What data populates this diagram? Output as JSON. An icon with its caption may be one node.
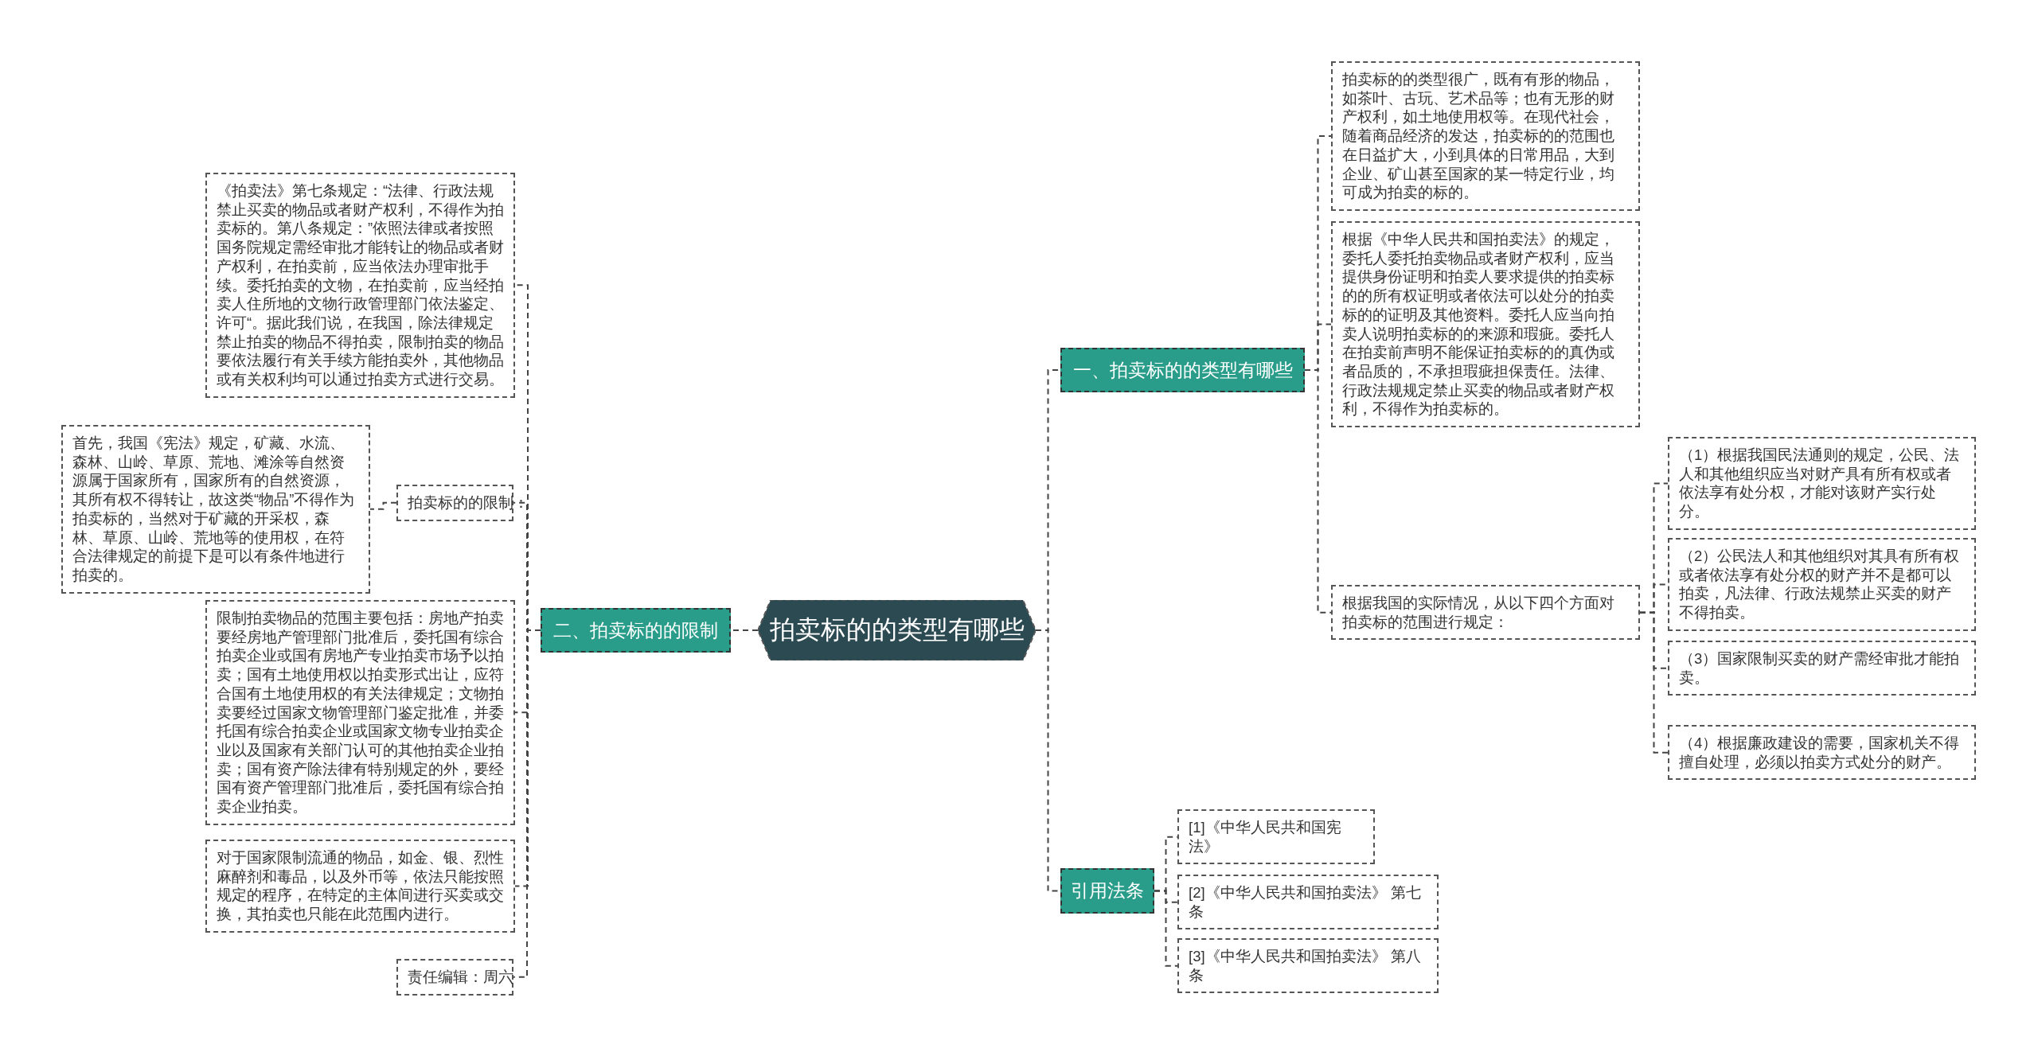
{
  "diagram": {
    "nodes": [
      {
        "text": [
          "拍卖标的的类型有哪些"
        ]
      },
      {
        "text": [
          "一、拍卖标的的类型有哪些"
        ]
      },
      {
        "text": [
          "拍卖标的的类型很广，既有有形的物品，如茶叶、古玩、艺术品等；也有无形的财产权利，如土地使用权等。在现代社会，随着商品经济的发达，拍卖标的的范围也在日益扩大，小到具体的日常用品，大到企业、矿山甚至国家的某一特定行业，均可成为拍卖的标的。"
        ]
      },
      {
        "text": [
          "根据《中华人民共和国拍卖法》的规定，委托人委托拍卖物品或者财产权利，应当提供身份证明和拍卖人要求提供的拍卖标的的所有权证明或者依法可以处分的拍卖标的的证明及其他资料。委托人应当向拍卖人说明拍卖标的的来源和瑕疵。委托人在拍卖前声明不能保证拍卖标的的真伪或者品质的，不承担瑕疵担保责任。法律、行政法规规定禁止买卖的物品或者财产权利，不得作为拍卖标的。"
        ]
      },
      {
        "text": [
          "根据我国的实际情况，从以下四个方面对拍卖标的范围进行规定："
        ]
      },
      {
        "text": [
          "（1）根据我国民法通则的规定，公民、法人和其他组织应当对财产具有所有权或者依法享有处分权，才能对该财产实行处分。"
        ]
      },
      {
        "text": [
          "（2）公民法人和其他组织对其具有所有权或者依法享有处分权的财产并不是都可以拍卖，凡法律、行政法规禁止买卖的财产不得拍卖。"
        ]
      },
      {
        "text": [
          "（3）国家限制买卖的财产需经审批才能拍卖。"
        ]
      },
      {
        "text": [
          "（4）根据廉政建设的需要，国家机关不得擅自处理，必须以拍卖方式处分的财产。"
        ]
      },
      {
        "text": [
          "二、拍卖标的的限制"
        ]
      },
      {
        "text": [
          "拍卖标的的限制："
        ]
      },
      {
        "text": [
          "首先，我国《宪法》规定，矿藏、水流、森林、山岭、草原、荒地、滩涂等自然资源属于国家所有，国家所有的自然资源，其所有权不得转让，故这类“物品”不得作为拍卖标的，当然对于矿藏的开采权，森林、草原、山岭、荒地等的使用权，在符合法律规定的前提下是可以有条件地进行拍卖的。"
        ]
      },
      {
        "text": [
          "《拍卖法》第七条规定：“法律、行政法规禁止买卖的物品或者财产权利，不得作为拍卖标的。第八条规定：”依照法律或者按照国务院规定需经审批才能转让的物品或者财产权利，在拍卖前，应当依法办理审批手续。委托拍卖的文物，在拍卖前，应当经拍卖人住所地的文物行政管理部门依法鉴定、许可“。据此我们说，在我国，除法律规定禁止拍卖的物品不得拍卖，限制拍卖的物品要依法履行有关手续方能拍卖外，其他物品或有关权利均可以通过拍卖方式进行交易。"
        ]
      },
      {
        "text": [
          "限制拍卖物品的范围主要包括：房地产拍卖要经房地产管理部门批准后，委托国有综合拍卖企业或国有房地产专业拍卖市场予以拍卖；国有土地使用权以拍卖形式出让，应符合国有土地使用权的有关法律规定；文物拍卖要经过国家文物管理部门鉴定批准，并委托国有综合拍卖企业或国家文物专业拍卖企业以及国家有关部门认可的其他拍卖企业拍卖；国有资产除法律有特别规定的外，要经国有资产管理部门批准后，委托国有综合拍卖企业拍卖。"
        ]
      },
      {
        "text": [
          "对于国家限制流通的物品，如金、银、烈性麻醉剂和毒品，以及外币等，依法只能按照规定的程序，在特定的主体间进行买卖或交换，其拍卖也只能在此范围内进行。"
        ]
      },
      {
        "text": [
          "责任编辑：周六"
        ]
      },
      {
        "text": [
          "引用法条"
        ]
      },
      {
        "text": [
          "[1]《中华人民共和国宪法》"
        ]
      },
      {
        "text": [
          "[2]《中华人民共和国拍卖法》 第七条"
        ]
      },
      {
        "text": [
          "[3]《中华人民共和国拍卖法》 第八条"
        ]
      }
    ],
    "edges": [
      {
        "from": 0,
        "to": 1,
        "arrow": "none"
      },
      {
        "from": 0,
        "to": 9,
        "arrow": "none"
      },
      {
        "from": 0,
        "to": 16,
        "arrow": "none"
      },
      {
        "from": 1,
        "to": 2,
        "arrow": "none"
      },
      {
        "from": 1,
        "to": 3,
        "arrow": "none"
      },
      {
        "from": 1,
        "to": 4,
        "arrow": "none"
      },
      {
        "from": 4,
        "to": 5,
        "arrow": "none"
      },
      {
        "from": 4,
        "to": 6,
        "arrow": "none"
      },
      {
        "from": 4,
        "to": 7,
        "arrow": "none"
      },
      {
        "from": 4,
        "to": 8,
        "arrow": "none"
      },
      {
        "from": 9,
        "to": 10,
        "arrow": "none"
      },
      {
        "from": 10,
        "to": 11,
        "arrow": "none"
      },
      {
        "from": 9,
        "to": 12,
        "arrow": "none"
      },
      {
        "from": 9,
        "to": 13,
        "arrow": "none"
      },
      {
        "from": 9,
        "to": 14,
        "arrow": "none"
      },
      {
        "from": 9,
        "to": 15,
        "arrow": "none"
      },
      {
        "from": 16,
        "to": 17,
        "arrow": "none"
      },
      {
        "from": 16,
        "to": 18,
        "arrow": "none"
      },
      {
        "from": 16,
        "to": 19,
        "arrow": "none"
      }
    ]
  }
}
